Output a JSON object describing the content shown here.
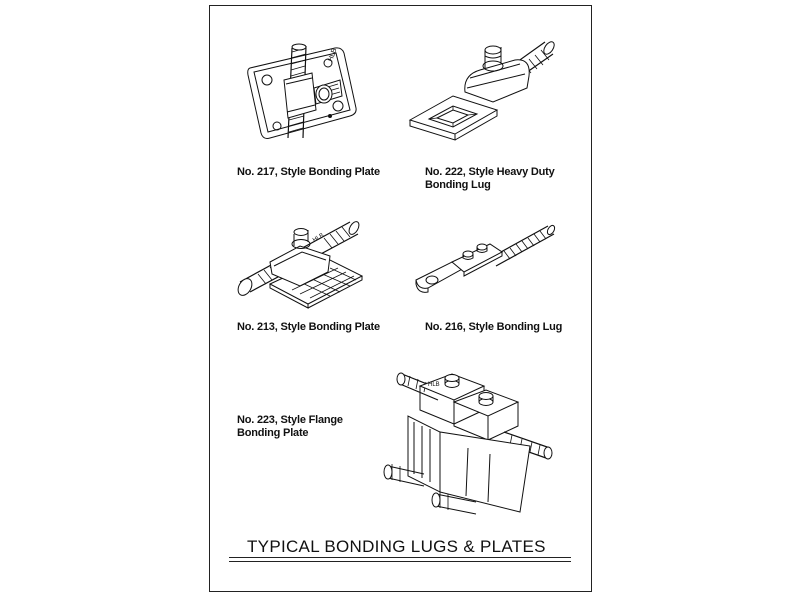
{
  "figures": [
    {
      "id": "217",
      "caption_lines": [
        "No. 217, Style Bonding Plate"
      ]
    },
    {
      "id": "222",
      "caption_lines": [
        "No. 222, Style Heavy Duty",
        "Bonding Lug"
      ]
    },
    {
      "id": "213",
      "caption_lines": [
        "No. 213, Style Bonding Plate"
      ]
    },
    {
      "id": "216",
      "caption_lines": [
        "No. 216, Style Bonding Lug"
      ]
    },
    {
      "id": "223",
      "caption_lines": [
        "No. 223, Style Flange",
        "Bonding Plate"
      ]
    }
  ],
  "title": "TYPICAL BONDING LUGS & PLATES",
  "stamp_text": "HLB"
}
